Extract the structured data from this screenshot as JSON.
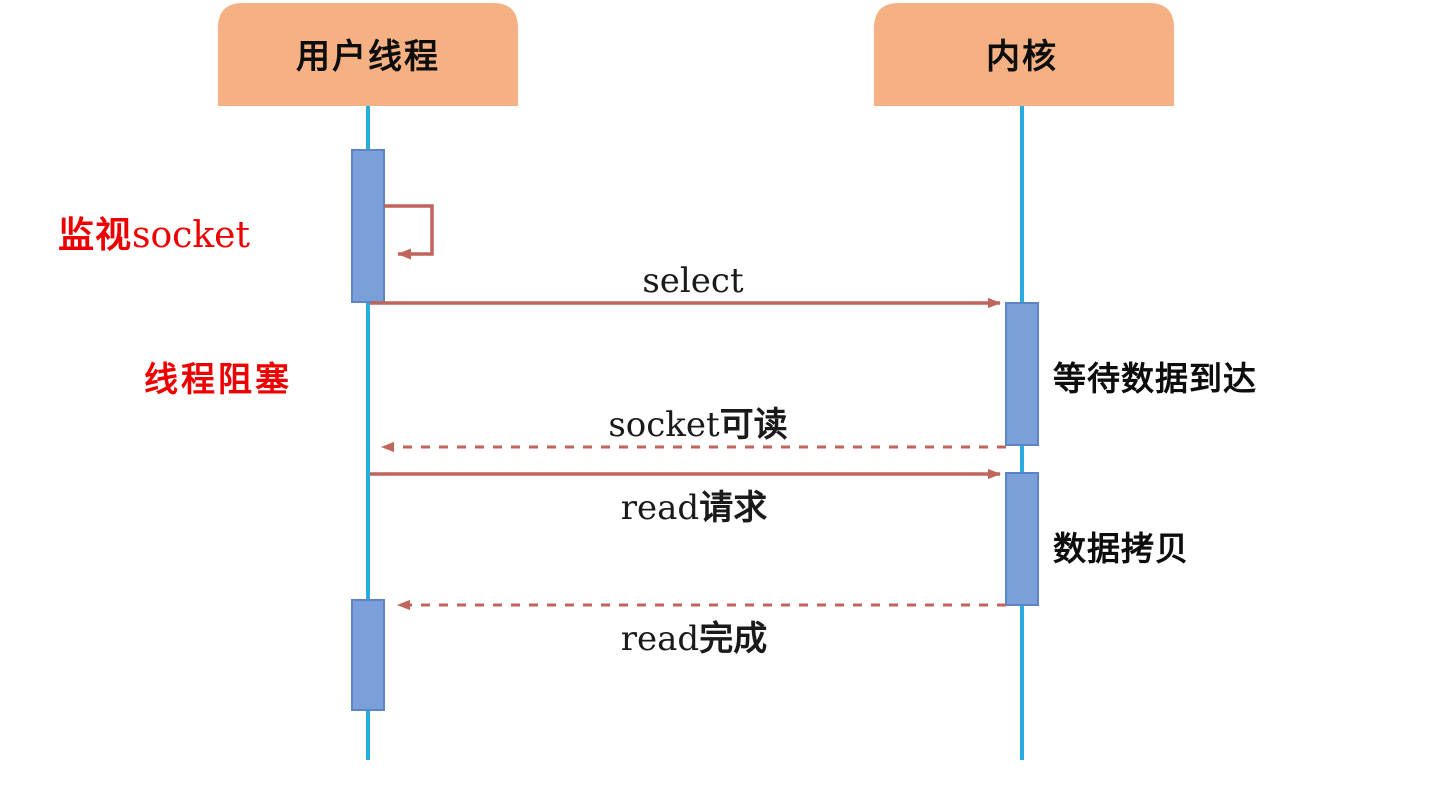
{
  "diagram": {
    "type": "sequence-diagram",
    "title": "",
    "colors": {
      "participant_fill": "#F5B183",
      "lifeline": "#29ABE2",
      "activation_fill": "#7BA0D9",
      "activation_stroke": "#5B85C4",
      "arrow": "#C0645C",
      "annotation_text": "#EE0000",
      "label_text": "#1A1A1A",
      "background": "#FFFFFF"
    },
    "participants": [
      {
        "id": "user",
        "label": "用户线程"
      },
      {
        "id": "kernel",
        "label": "内核"
      }
    ],
    "annotations": [
      {
        "id": "watch-socket",
        "text": "监视socket",
        "cjk": "监视",
        "latin": "socket"
      },
      {
        "id": "thread-blocked",
        "text": "线程阻塞"
      }
    ],
    "messages": [
      {
        "id": "self-loop",
        "label": "",
        "from": "user",
        "to": "user",
        "style": "solid",
        "kind": "self"
      },
      {
        "id": "select",
        "label": "select",
        "from": "user",
        "to": "kernel",
        "style": "solid",
        "kind": "call"
      },
      {
        "id": "socket-readable",
        "label": "socket可读",
        "latin": "socket",
        "cjk": "可读",
        "from": "kernel",
        "to": "user",
        "style": "dashed",
        "kind": "return"
      },
      {
        "id": "read-request",
        "label": "read请求",
        "latin": "read",
        "cjk": "请求",
        "from": "user",
        "to": "kernel",
        "style": "solid",
        "kind": "call"
      },
      {
        "id": "read-complete",
        "label": "read完成",
        "latin": "read",
        "cjk": "完成",
        "from": "kernel",
        "to": "user",
        "style": "dashed",
        "kind": "return"
      }
    ],
    "notes": [
      {
        "id": "waiting-data",
        "text": "等待数据到达",
        "attached_to": "kernel"
      },
      {
        "id": "copy-data",
        "text": "数据拷贝",
        "attached_to": "kernel"
      }
    ]
  }
}
